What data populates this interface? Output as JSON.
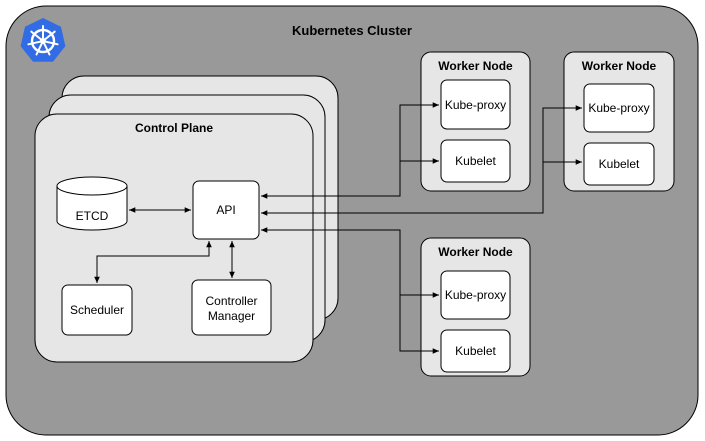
{
  "cluster": {
    "title": "Kubernetes Cluster",
    "logo_color": "#326ce5"
  },
  "control_plane": {
    "title": "Control Plane",
    "components": {
      "etcd": "ETCD",
      "api": "API",
      "scheduler": "Scheduler",
      "controller_manager": [
        "Controller",
        "Manager"
      ]
    }
  },
  "worker_nodes": [
    {
      "title": "Worker Node",
      "kube_proxy": "Kube-proxy",
      "kubelet": "Kubelet"
    },
    {
      "title": "Worker Node",
      "kube_proxy": "Kube-proxy",
      "kubelet": "Kubelet"
    },
    {
      "title": "Worker Node",
      "kube_proxy": "Kube-proxy",
      "kubelet": "Kubelet"
    }
  ],
  "colors": {
    "cluster_fill": "#999999",
    "panel_fill": "#e6e6e6",
    "box_fill": "#ffffff",
    "stroke": "#000000"
  }
}
